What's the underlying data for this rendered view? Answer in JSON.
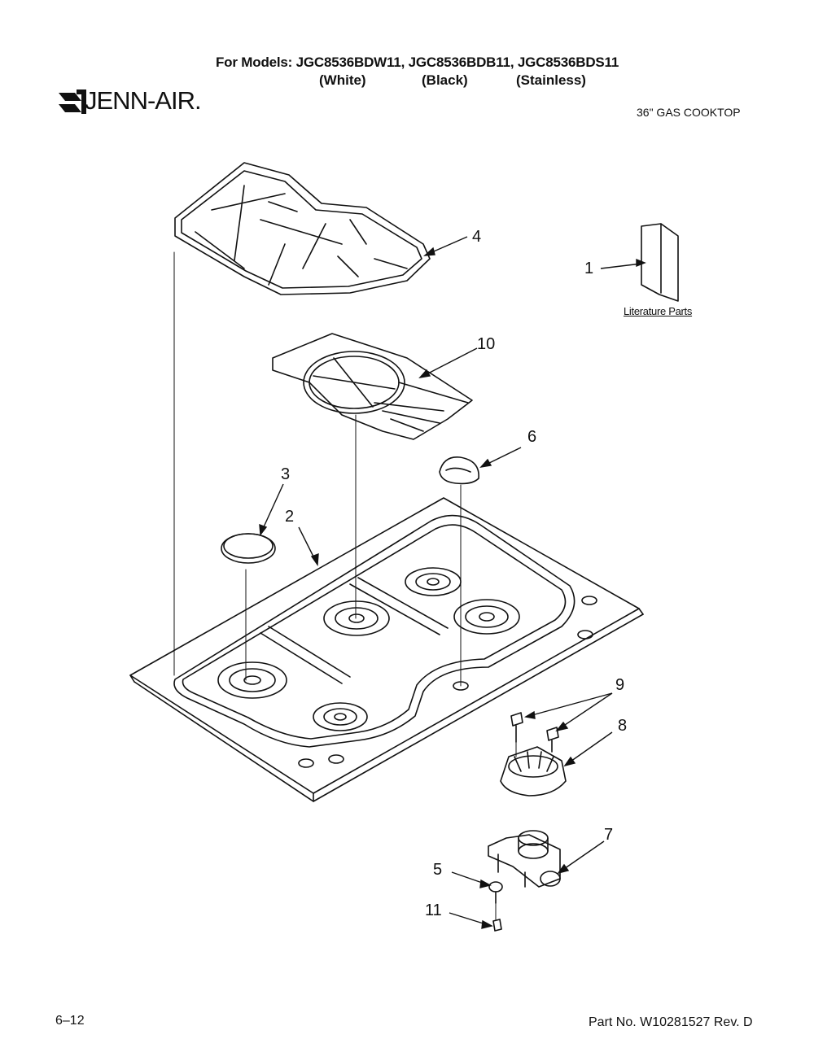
{
  "header": {
    "models_line": "For Models: JGC8536BDW11, JGC8536BDB11, JGC8536BDS11",
    "finish_white": "(White)",
    "finish_black": "(Black)",
    "finish_stainless": "(Stainless)",
    "brand": "JENN-AIR.",
    "product": "36\" GAS COOKTOP"
  },
  "parts": {
    "p1": "1",
    "p2": "2",
    "p3": "3",
    "p4": "4",
    "p5": "5",
    "p6": "6",
    "p7": "7",
    "p8": "8",
    "p9": "9",
    "p10": "10",
    "p11": "11"
  },
  "literature_label": "Literature Parts",
  "footer": {
    "page": "6–12",
    "part_no": "Part No. W10281527 Rev. D"
  }
}
